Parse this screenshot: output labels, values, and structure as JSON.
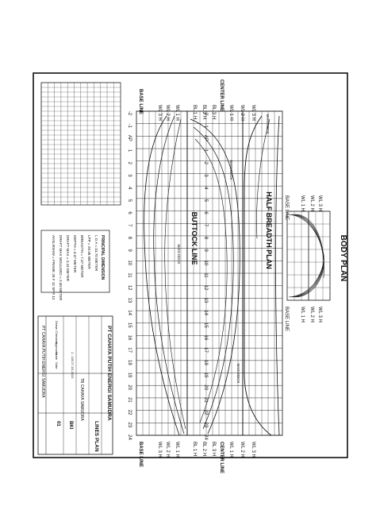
{
  "drawing": {
    "title_body": "BODY PLAN",
    "title_half_breadth": "HALF BREADTH PLAN",
    "title_buttock": "BUTTOCK LINE",
    "company_left": "PT CAHAYA PUTIH ENERGI SAMUDRA",
    "company_right": "PT CAHAYA PUTIH ENERGI SAMUDRA",
    "vessel_name": "TB CAHAYA SAMUDRA",
    "sheet_title": "LINES PLAN",
    "drawing_no": "BKI",
    "sheet_no": "01",
    "label_center_line": "CENTER LINE",
    "label_base_line": "BASE LINE",
    "label_main_deck": "MAIN DECK",
    "label_bl": "BL",
    "label_wl": "WL"
  },
  "stations": [
    "-2",
    "-1",
    "AP",
    "1",
    "2",
    "3",
    "4",
    "5",
    "6",
    "7",
    "8",
    "9",
    "10",
    "11",
    "12",
    "13",
    "14",
    "15",
    "16",
    "17",
    "18",
    "19",
    "20",
    "21",
    "22",
    "23",
    "24"
  ],
  "waterlines_upper": [
    "WL 3 H",
    "WL 2 H",
    "WL 1 H",
    "BL 1 H",
    "BL 2 H",
    "BL 3 H",
    "WL 1 H",
    "WL 2 H",
    "WL 3 H"
  ],
  "body_plan_labels": [
    "WL 3 H",
    "WL 2 H",
    "WL 1 H",
    "BASE LINE"
  ],
  "principal_dimensions": {
    "heading": "PRINCIPAL DIMENSION",
    "rows": [
      "L O A          = 31.70 METER",
      "LPP            = 29.36 METER",
      "BREADTH        = 7.37 METER",
      "DEPTH          = 3.37 METER",
      "DRAFT MAX      = 2.44 METER",
      "DRAFT MAX MOULDED = 2.30 METER",
      "AKSLRSHW       = FRAME 25 F 12 SP # 12"
    ]
  },
  "title_block_rows": [
    "Drawn",
    "Checked",
    "Approved",
    "Scale",
    "Date"
  ],
  "title_block_values": [
    "",
    "",
    "",
    "1 : 100",
    "27-03-2022"
  ]
}
